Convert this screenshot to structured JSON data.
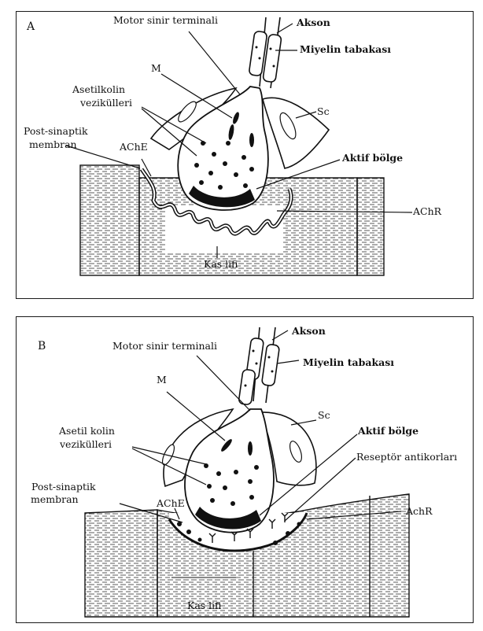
{
  "panels": [
    {
      "letter": "A",
      "labels": {
        "motor_terminal": "Motor sinir terminali",
        "axon": "Akson",
        "myelin": "Miyelin tabakası",
        "mito": "M",
        "vesicles_1": "Asetilkolin",
        "vesicles_2": "vezikülleri",
        "schwann": "Sc",
        "postsyn_1": "Post-sinaptik",
        "postsyn_2": "membran",
        "ache": "AChE",
        "active_zone": "Aktif bölge",
        "achr": "AChR",
        "muscle": "Kas lifi"
      }
    },
    {
      "letter": "B",
      "labels": {
        "motor_terminal": "Motor sinir terminali",
        "axon": "Akson",
        "myelin": "Miyelin tabakası",
        "mito": "M",
        "schwann": "Sc",
        "vesicles_1": "Asetil kolin",
        "vesicles_2": "vezikülleri",
        "active_zone": "Aktif bölge",
        "antibodies": "Reseptör antikorları",
        "postsyn_1": "Post-sinaptik",
        "postsyn_2": "membran",
        "ache": "AChE",
        "achr": "AchR",
        "muscle": "Kas lifi"
      }
    }
  ],
  "colors": {
    "ink": "#111111",
    "background": "#ffffff"
  }
}
